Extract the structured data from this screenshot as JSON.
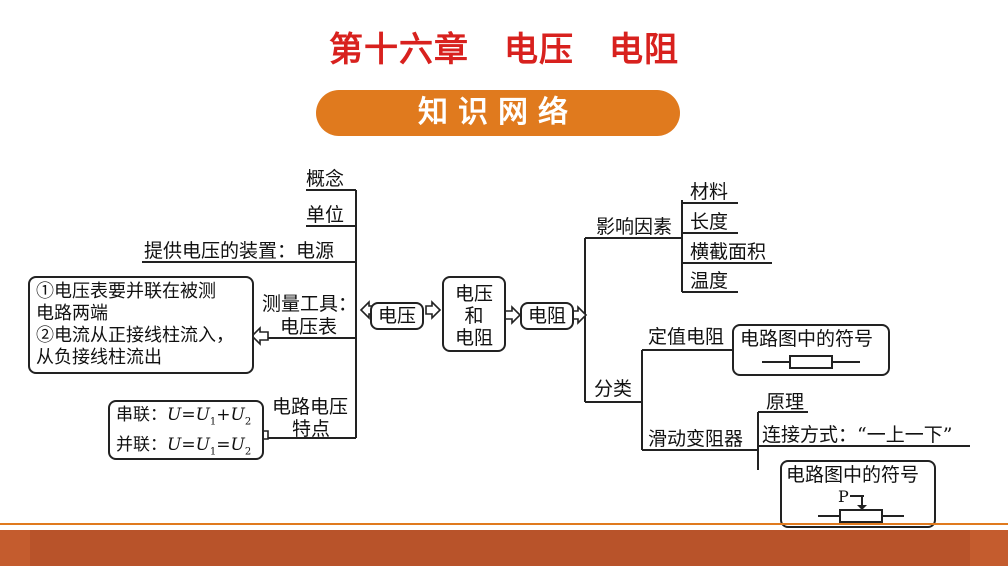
{
  "header": {
    "chapter": "第十六章　电压　电阻",
    "banner": "知识网络"
  },
  "center_node": [
    "电压",
    "和",
    "电阻"
  ],
  "left": {
    "root": "电压",
    "branch_concept": "概念",
    "branch_unit": "单位",
    "branch_source": "提供电压的装置：电源",
    "branch_meter": [
      "测量工具：",
      "电压表"
    ],
    "meter_notes": [
      "①电压表要并联在被测",
      "电路两端",
      "②电流从正接线柱流入，",
      "从负接线柱流出"
    ],
    "branch_features": [
      "电路电压",
      "特点"
    ],
    "series_label": "串联：",
    "parallel_label": "并联："
  },
  "right": {
    "root": "电阻",
    "factors_label": "影响因素",
    "factors": [
      "材料",
      "长度",
      "横截面积",
      "温度"
    ],
    "classify_label": "分类",
    "fixed_resistor": "定值电阻",
    "symbol_label": "电路图中的符号",
    "rheostat": "滑动变阻器",
    "principle": "原理",
    "connection": "连接方式：“一上一下”",
    "rheostat_symbol_label": "电路图中的符号",
    "slider_letter": "P"
  }
}
